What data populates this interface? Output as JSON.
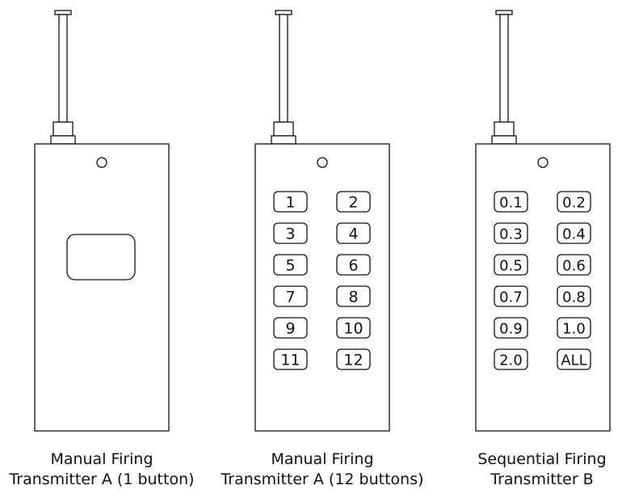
{
  "colors": {
    "stroke": "#111111",
    "background": "#ffffff",
    "caption_text": "#111111"
  },
  "transmitters": [
    {
      "id": "manual-1",
      "caption_line1": "Manual Firing",
      "caption_line2": "Transmitter A (1 button)",
      "buttons": []
    },
    {
      "id": "manual-12",
      "caption_line1": "Manual Firing",
      "caption_line2": "Transmitter A (12 buttons)",
      "buttons": [
        "1",
        "2",
        "3",
        "4",
        "5",
        "6",
        "7",
        "8",
        "9",
        "10",
        "11",
        "12"
      ]
    },
    {
      "id": "sequential",
      "caption_line1": "Sequential Firing",
      "caption_line2": "Transmitter B",
      "buttons": [
        "0.1",
        "0.2",
        "0.3",
        "0.4",
        "0.5",
        "0.6",
        "0.7",
        "0.8",
        "0.9",
        "1.0",
        "2.0",
        "ALL"
      ]
    }
  ]
}
